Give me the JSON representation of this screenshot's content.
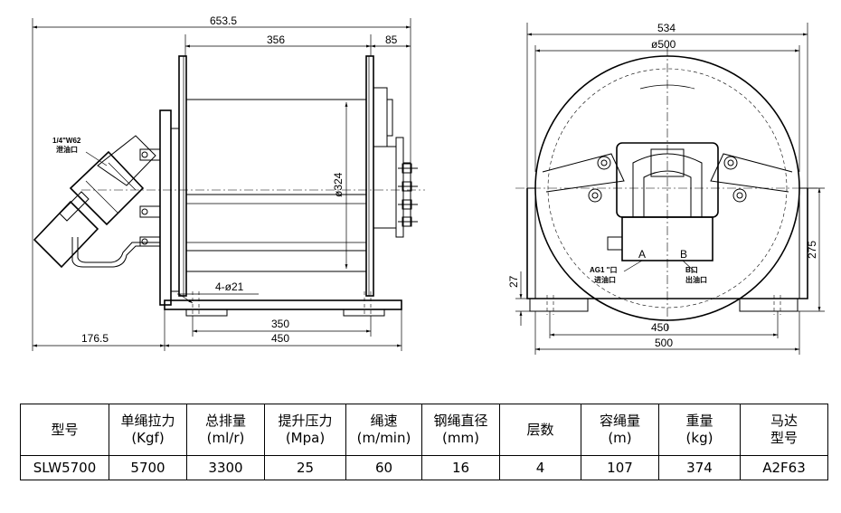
{
  "side_view": {
    "dims": {
      "overall_length": "653.5",
      "drum_length": "356",
      "right_offset": "85",
      "drum_diameter": "ø324",
      "bolt_holes": "4-ø21",
      "base_inner": "350",
      "base_outer": "450",
      "left_offset": "176.5"
    },
    "port_note": [
      "1/4\"W62",
      "泄油口"
    ]
  },
  "front_view": {
    "dims": {
      "overall_width": "534",
      "flange_diameter": "ø500",
      "center_height": "275",
      "base_height": "27",
      "hole_spacing": "450",
      "base_width": "500"
    },
    "port_a": "A",
    "port_b": "B",
    "note_a": [
      "AG1 \"口",
      "进油口"
    ],
    "note_b": [
      "B口",
      "出油口"
    ]
  },
  "table": {
    "headers": [
      [
        "型号"
      ],
      [
        "单绳拉力",
        "(Kgf)"
      ],
      [
        "总排量",
        "(ml/r)"
      ],
      [
        "提升压力",
        "(Mpa)"
      ],
      [
        "绳速",
        "(m/min)"
      ],
      [
        "钢绳直径",
        "(mm)"
      ],
      [
        "层数"
      ],
      [
        "容绳量",
        "(m)"
      ],
      [
        "重量",
        "(kg)"
      ],
      [
        "马达",
        "型号"
      ]
    ],
    "row": [
      "SLW5700",
      "5700",
      "3300",
      "25",
      "60",
      "16",
      "4",
      "107",
      "374",
      "A2F63"
    ]
  }
}
